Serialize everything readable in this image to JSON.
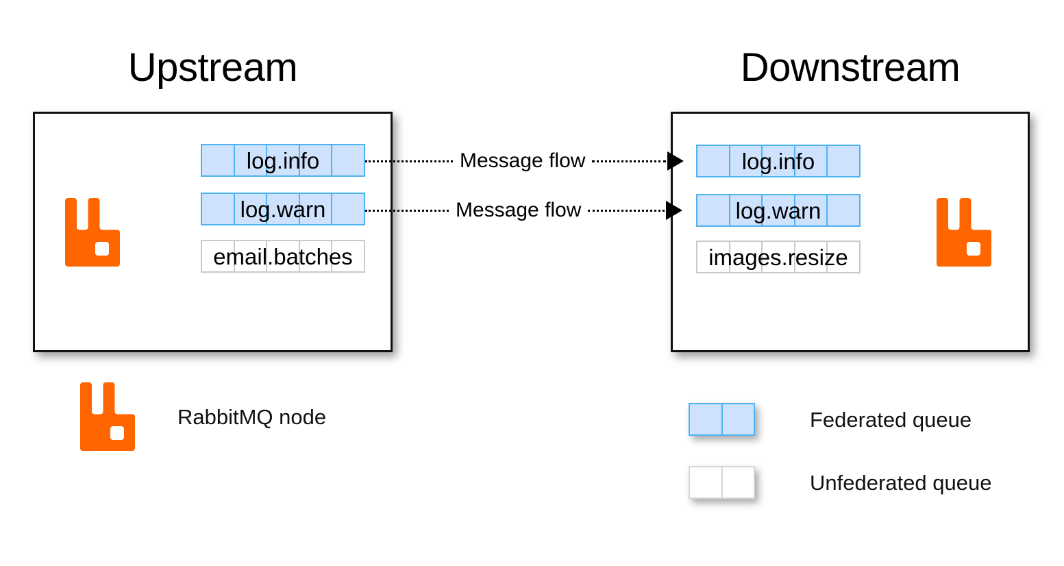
{
  "diagram": {
    "title_upstream": "Upstream",
    "title_downstream": "Downstream",
    "colors": {
      "rabbitmq_orange": "#FF6600",
      "federated_fill": "#CFE2FD",
      "federated_border": "#4FB3F2",
      "unfederated_fill": "#FFFFFF",
      "unfederated_border": "#C9C9C9",
      "node_border": "#111111",
      "flow_line": "#000000"
    },
    "upstream": {
      "node_icon": "rabbitmq-logo-icon",
      "queues": [
        {
          "name": "log.info",
          "federated": true,
          "cells": 5
        },
        {
          "name": "log.warn",
          "federated": true,
          "cells": 5
        },
        {
          "name": "email.batches",
          "federated": false,
          "cells": 5
        }
      ]
    },
    "downstream": {
      "node_icon": "rabbitmq-logo-icon",
      "queues": [
        {
          "name": "log.info",
          "federated": true,
          "cells": 5
        },
        {
          "name": "log.warn",
          "federated": true,
          "cells": 5
        },
        {
          "name": "images.resize",
          "federated": false,
          "cells": 5
        }
      ]
    },
    "flows": [
      {
        "label": "Message flow",
        "from": "log.info",
        "to": "log.info",
        "direction": "right"
      },
      {
        "label": "Message flow",
        "from": "log.warn",
        "to": "log.warn",
        "direction": "right"
      }
    ],
    "legend": [
      {
        "key": "rabbitmq-node",
        "label": "RabbitMQ node",
        "swatch": "rabbitmq-logo-icon"
      },
      {
        "key": "federated-queue",
        "label": "Federated queue",
        "swatch": "federated-queue-swatch"
      },
      {
        "key": "unfederated-queue",
        "label": "Unfederated queue",
        "swatch": "unfederated-queue-swatch"
      }
    ]
  }
}
